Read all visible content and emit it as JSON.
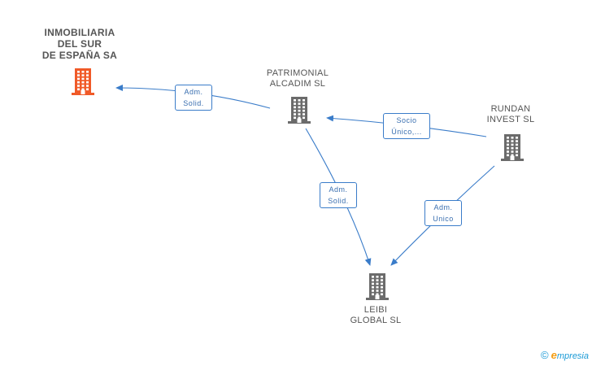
{
  "colors": {
    "edge": "#3a7cc9",
    "main_node": "#f05a28",
    "node": "#6b6b6b"
  },
  "nodes": [
    {
      "id": "inmobiliaria",
      "lines": [
        "INMOBILIARIA",
        "DEL SUR",
        "DE ESPAÑA SA"
      ],
      "main": true,
      "icon": "building-icon"
    },
    {
      "id": "patrimonial",
      "lines": [
        "PATRIMONIAL",
        "ALCADIM SL"
      ],
      "main": false,
      "icon": "building-icon"
    },
    {
      "id": "rundan",
      "lines": [
        "RUNDAN",
        "INVEST SL"
      ],
      "main": false,
      "icon": "building-icon"
    },
    {
      "id": "leibi",
      "lines": [
        "LEIBI",
        "GLOBAL SL"
      ],
      "main": false,
      "icon": "building-icon"
    }
  ],
  "edges": [
    {
      "from": "patrimonial",
      "to": "inmobiliaria",
      "label_lines": [
        "Adm.",
        "Solid."
      ]
    },
    {
      "from": "rundan",
      "to": "patrimonial",
      "label_lines": [
        "Socio",
        "Único,..."
      ]
    },
    {
      "from": "patrimonial",
      "to": "leibi",
      "label_lines": [
        "Adm.",
        "Solid."
      ]
    },
    {
      "from": "rundan",
      "to": "leibi",
      "label_lines": [
        "Adm.",
        "Unico"
      ]
    }
  ],
  "footer": {
    "copyright": "©",
    "brand_initial": "e",
    "brand_rest": "mpresia"
  }
}
